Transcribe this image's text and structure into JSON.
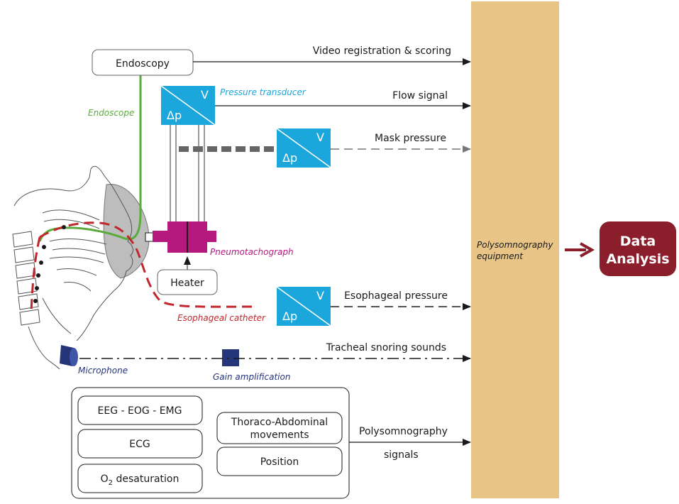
{
  "colors": {
    "equipment_bar": "#e8c486",
    "transducer": "#1ba6dc",
    "pneumotach": "#b5197e",
    "catheter": "#c1272d",
    "endoscope": "#5aab3c",
    "microphone": "#25357a",
    "data_analysis": "#8b1e2b",
    "arrow_dark": "#1a1a1a",
    "arrow_grey": "#666666"
  },
  "left_boxes": {
    "endoscopy": "Endoscopy",
    "heater": "Heater"
  },
  "transducer": {
    "top": "V",
    "bottom": "Δp"
  },
  "component_labels": {
    "pressure_transducer": "Pressure transducer",
    "endoscope": "Endoscope",
    "pneumotachograph": "Pneumotachograph",
    "esophageal_catheter": "Esophageal catheter",
    "microphone": "Microphone",
    "gain_amplification": "Gain amplification"
  },
  "signals": {
    "video": "Video registration & scoring",
    "flow": "Flow signal",
    "mask": "Mask pressure",
    "esophageal": "Esophageal pressure",
    "snoring": "Tracheal snoring sounds",
    "psg_line1": "Polysomnography",
    "psg_line2": "signals"
  },
  "psg_group": {
    "eeg": "EEG - EOG - EMG",
    "ecg": "ECG",
    "o2": "O",
    "o2_sub": "2",
    "o2_rest": " desaturation",
    "thoraco_line1": "Thoraco-Abdominal",
    "thoraco_line2": "movements",
    "position": "Position"
  },
  "equipment": {
    "line1": "Polysomnography",
    "line2": "equipment"
  },
  "data_analysis": {
    "line1": "Data",
    "line2": "Analysis"
  }
}
